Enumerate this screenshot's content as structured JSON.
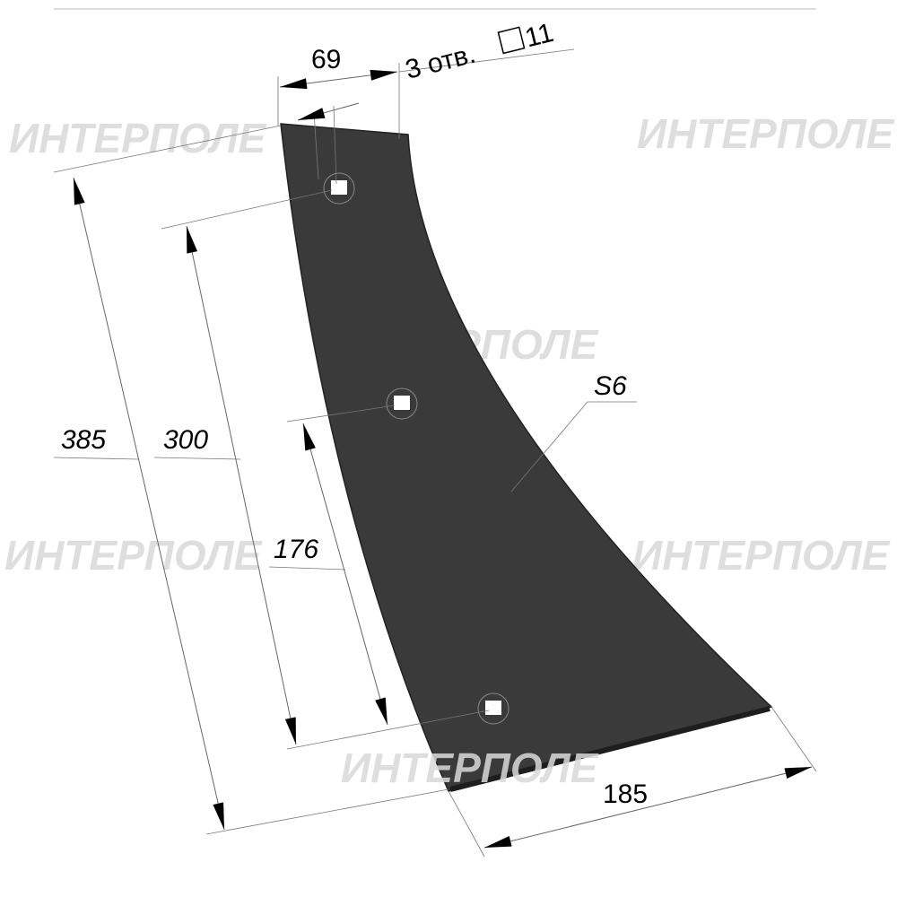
{
  "watermark": "ИНТЕРПОЛЕ",
  "dimensions": {
    "width_top": "69",
    "holes_note": "3 отв.",
    "hole_size": "11",
    "total_height": "385",
    "height_300": "300",
    "height_176": "176",
    "bottom_width": "185",
    "thickness": "S6"
  },
  "colors": {
    "part": "#3a3a3a",
    "watermark": "#d9d9d9"
  }
}
